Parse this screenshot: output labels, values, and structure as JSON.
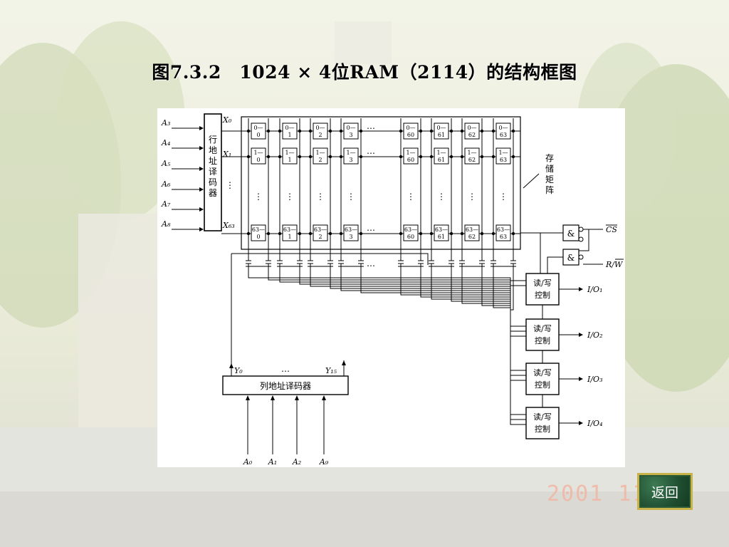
{
  "slide": {
    "title": "图7.3.2　1024 × 4位RAM（2114）的结构框图",
    "photo_date": "2001  11",
    "back_button": "返回"
  },
  "diagram": {
    "row_decoder_label": "行地址译码器",
    "row_address_inputs": [
      "A₃",
      "A₄",
      "A₅",
      "A₆",
      "A₇",
      "A₈"
    ],
    "row_lines": [
      "X₀",
      "X₁",
      "X₆₃"
    ],
    "cell_columns": [
      "0",
      "1",
      "2",
      "3",
      "60",
      "61",
      "62",
      "63"
    ],
    "cell_rows": [
      "0",
      "1",
      "63"
    ],
    "ellipsis": "…",
    "vdots": "⋮",
    "storage_matrix_label": "存储矩阵",
    "column_decoder_label": "列地址译码器",
    "column_lines": [
      "Y₀",
      "Y₁₅"
    ],
    "column_address_inputs": [
      "A₀",
      "A₁",
      "A₂",
      "A₉"
    ],
    "rw_control_label": "读/写控制",
    "io_lines": [
      "I/O₁",
      "I/O₂",
      "I/O₃",
      "I/O₄"
    ],
    "gate_label": "&",
    "cs_label": "CS",
    "rw_label": "R/W"
  }
}
